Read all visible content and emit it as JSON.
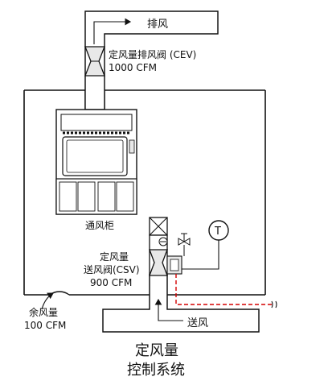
{
  "labels": {
    "exhaust": "排风",
    "cev_name": "定风量排风阀 (CEV)",
    "cev_flow": "1000 CFM",
    "fume_hood": "通风柜",
    "csv_name_1": "定风量",
    "csv_name_2": "送风阀(CSV)",
    "csv_flow": "900 CFM",
    "residual_name": "余风量",
    "residual_flow": "100 CFM",
    "supply": "送风",
    "thermostat": "T",
    "title_line_1": "定风量",
    "title_line_2": "控制系统"
  },
  "colors": {
    "line": "#111111",
    "signal": "#d40000",
    "fill_dark": "#222222",
    "fill_light": "#e8e8e8"
  },
  "icons": {
    "thermostat": "thermostat-icon",
    "damper": "damper-box-icon",
    "valve": "bowtie-valve-icon",
    "actuator": "actuator-icon",
    "flow_arrow": "flow-arrow-icon"
  }
}
